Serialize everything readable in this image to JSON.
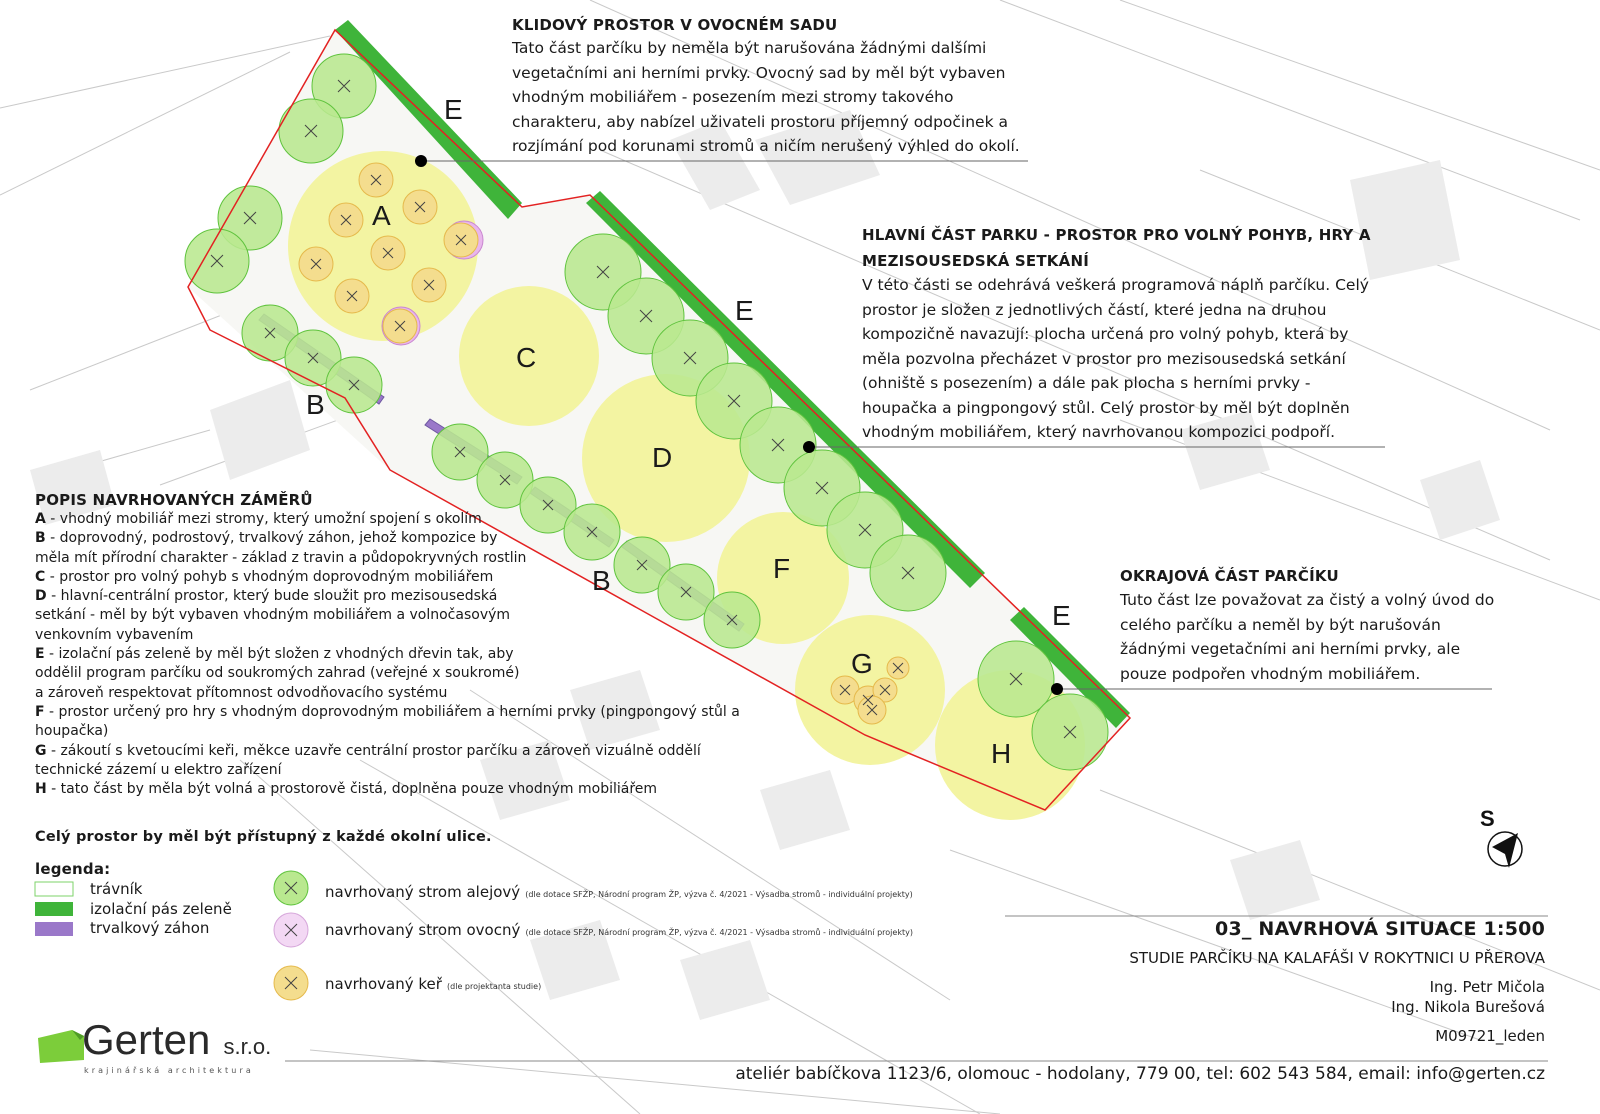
{
  "zones": {
    "A": "A",
    "B1": "B",
    "B2": "B",
    "C": "C",
    "D": "D",
    "E1": "E",
    "E2": "E",
    "E3": "E",
    "F": "F",
    "G": "G",
    "H": "H"
  },
  "sections": {
    "quiet": {
      "title": "KLIDOVÝ PROSTOR V OVOCNÉM SADU",
      "lines": [
        "Tato část parčíku by neměla být narušována žádnými dalšími",
        "vegetačními ani herními prvky. Ovocný sad by měl  být vybaven",
        "vhodným mobiliářem - posezením mezi stromy takového",
        "charakteru, aby  nabízel uživateli prostoru příjemný odpočinek a",
        "rozjímání pod korunami stromů a ničím nerušený výhled do okolí."
      ]
    },
    "main": {
      "title_1": "HLAVNÍ ČÁST PARKU - PROSTOR PRO VOLNÝ POHYB, HRY A",
      "title_2": "MEZISOUSEDSKÁ SETKÁNÍ",
      "lines": [
        "V této části se odehrává veškerá programová náplň parčíku. Celý",
        "prostor je složen z jednotlivých částí, které jedna na druhou",
        "kompozičně navazují: plocha určená pro volný pohyb, která by",
        "měla pozvolna přecházet v prostor pro mezisousedská setkání",
        "(ohniště s posezením) a dále pak plocha s herními prvky -",
        "houpačka a  pingpongový stůl. Celý prostor by měl být doplněn",
        "vhodným mobiliářem, který navrhovanou kompozici podpoří."
      ]
    },
    "edge": {
      "title": "OKRAJOVÁ ČÁST PARČÍKU",
      "lines": [
        "Tuto část lze považovat za čistý a volný úvod do",
        "celého parčíku a neměl by být narušován",
        "žádnými vegetačními ani herními prvky, ale",
        "pouze podpořen vhodným mobiliářem."
      ]
    }
  },
  "description": {
    "title": "POPIS NAVRHOVANÝCH ZÁMĚRŮ",
    "lines": [
      {
        "k": "A",
        "t": " - vhodný mobiliář mezi stromy, který umožní spojení s okolím"
      },
      {
        "k": "B",
        "t": " - doprovodný, podrostový, trvalkový záhon, jehož kompozice by"
      },
      {
        "k": "",
        "t": "měla mít přírodní charakter - základ z travin a půdopokryvných rostlin"
      },
      {
        "k": "C",
        "t": " - prostor pro volný pohyb s vhodným doprovodným mobiliářem"
      },
      {
        "k": "D",
        "t": " - hlavní-centrální prostor, který bude sloužit pro mezisousedská"
      },
      {
        "k": "",
        "t": "setkání -  měl by být vybaven vhodným mobiliářem a volnočasovým"
      },
      {
        "k": "",
        "t": "venkovním vybavením"
      },
      {
        "k": "E",
        "t": " - izolační pás zeleně by měl být složen z vhodných dřevin tak, aby"
      },
      {
        "k": "",
        "t": "oddělil program parčíku od soukromých zahrad (veřejné x soukromé)"
      },
      {
        "k": "",
        "t": " a zároveň respektovat přítomnost odvodňovacího systému"
      },
      {
        "k": "F",
        "t": " - prostor určený pro hry s vhodným doprovodným mobiliářem a herními prvky (pingpongový stůl a"
      },
      {
        "k": "",
        "t": "houpačka)"
      },
      {
        "k": "G",
        "t": " - zákoutí s kvetoucími keři, měkce uzavře centrální prostor parčíku a zároveň vizuálně oddělí"
      },
      {
        "k": "",
        "t": "technické zázemí u elektro zařízení"
      },
      {
        "k": "H",
        "t": " - tato část by měla být volná a prostorově čistá, doplněna pouze vhodným mobiliářem"
      }
    ],
    "access_note": "Celý prostor by měl být přístupný z každé okolní ulice."
  },
  "legend": {
    "title": "legenda:",
    "items": [
      {
        "label": "trávník"
      },
      {
        "label": "izolační pás zeleně"
      },
      {
        "label": "trvalkový záhon"
      }
    ],
    "symbols": [
      {
        "label": "navrhovaný strom alejový",
        "note": "(dle dotace SFŽP, Národní program ŽP, výzva č. 4/2021 - Výsadba stromů - individuální projekty)"
      },
      {
        "label": "navrhovaný strom ovocný",
        "note": "(dle dotace SFŽP, Národní program ŽP, výzva č. 4/2021 - Výsadba stromů - individuální projekty)"
      },
      {
        "label": "navrhovaný keř",
        "note": "(dle projektanta studie)"
      }
    ]
  },
  "title_block": {
    "drawing_title": "03_ NAVRHOVÁ SITUACE 1:500",
    "project": "STUDIE PARČÍKU NA KALAFÁŠI V ROKYTNICI U PŘEROVA",
    "author_1": "Ing. Petr Mičola",
    "author_2": "Ing. Nikola Burešová",
    "code": "M09721_leden",
    "address": "ateliér babíčkova 1123/6, olomouc - hodolany, 779 00, tel: 602 543 584, email: info@gerten.cz"
  },
  "logo": {
    "name": "Gerten",
    "suffix": "s.r.o.",
    "tagline": "krajinářská architektura"
  },
  "north": {
    "label": "S"
  },
  "colors": {
    "tree_fill": "#b9e88f",
    "tree_stroke": "#5fc33d",
    "green_strip": "#3fb43a",
    "perennial": "#9a78c9",
    "shrub_fill": "#f4dd8e",
    "shrub_stroke": "#e5b94b",
    "zone_yellow": "#f3f4a2",
    "boundary": "#e32222",
    "fruit_tree": "#e9b6ec"
  }
}
